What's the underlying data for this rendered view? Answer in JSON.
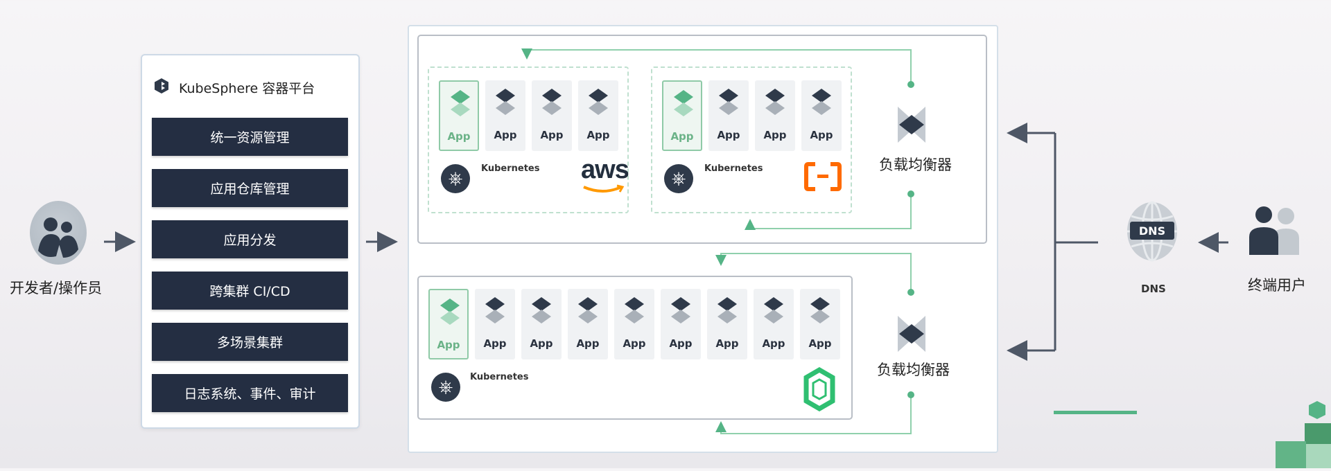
{
  "developer": {
    "label": "开发者/操作员"
  },
  "platform": {
    "title": "KubeSphere 容器平台",
    "features": [
      "统一资源管理",
      "应用仓库管理",
      "应用分发",
      "跨集群 CI/CD",
      "多场景集群",
      "日志系统、事件、审计"
    ]
  },
  "clusters": {
    "app_label": "App",
    "kubernetes_label": "Kubernetes",
    "aws_label": "aws",
    "load_balancer_label": "负载均衡器"
  },
  "dns": {
    "label": "DNS",
    "icon_text": "DNS"
  },
  "end_user": {
    "label": "终端用户"
  },
  "colors": {
    "dark_navy": "#242e42",
    "accent_green": "#55b486",
    "aliyun_orange": "#ff6a00",
    "qingcloud_green": "#2fbf71",
    "arrow_gray": "#4e5766"
  }
}
